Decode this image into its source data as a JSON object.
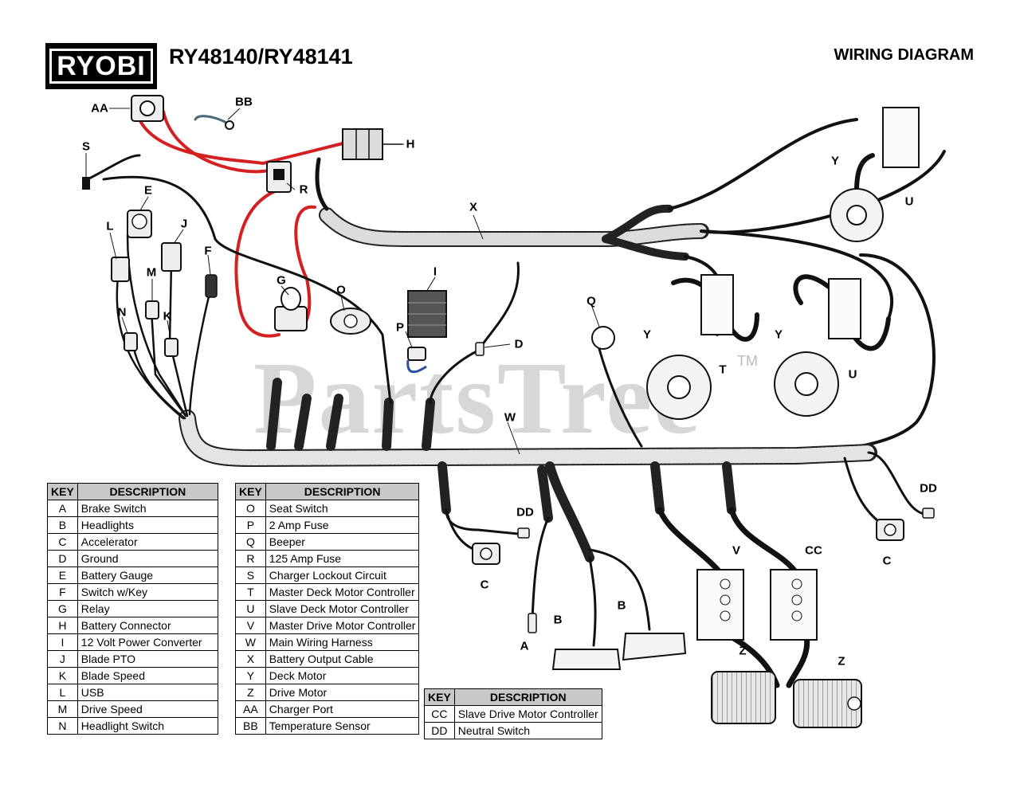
{
  "header": {
    "brand": "RYOBI",
    "model": "RY48140/RY48141",
    "title": "WIRING DIAGRAM"
  },
  "watermark": {
    "text": "PartsTree",
    "tm": "TM"
  },
  "callouts": {
    "aa": "AA",
    "bb": "BB",
    "s": "S",
    "h": "H",
    "r": "R",
    "e": "E",
    "l": "L",
    "j": "J",
    "f": "F",
    "m": "M",
    "n": "N",
    "k": "K",
    "g": "G",
    "o": "O",
    "i": "I",
    "p": "P",
    "d": "D",
    "x": "X",
    "q": "Q",
    "w": "W",
    "y1": "Y",
    "y2": "Y",
    "y3": "Y",
    "u1": "U",
    "u2": "U",
    "t": "T",
    "dd1": "DD",
    "dd2": "DD",
    "c1": "C",
    "c2": "C",
    "a": "A",
    "b1": "B",
    "b2": "B",
    "v": "V",
    "cc": "CC",
    "z1": "Z",
    "z2": "Z"
  },
  "tables": [
    {
      "headers": {
        "key": "KEY",
        "description": "DESCRIPTION"
      },
      "rows": [
        {
          "key": "A",
          "description": "Brake Switch"
        },
        {
          "key": "B",
          "description": "Headlights"
        },
        {
          "key": "C",
          "description": "Accelerator"
        },
        {
          "key": "D",
          "description": "Ground"
        },
        {
          "key": "E",
          "description": "Battery Gauge"
        },
        {
          "key": "F",
          "description": "Switch w/Key"
        },
        {
          "key": "G",
          "description": "Relay"
        },
        {
          "key": "H",
          "description": "Battery Connector"
        },
        {
          "key": "I",
          "description": "12 Volt Power Converter"
        },
        {
          "key": "J",
          "description": "Blade PTO"
        },
        {
          "key": "K",
          "description": "Blade Speed"
        },
        {
          "key": "L",
          "description": "USB"
        },
        {
          "key": "M",
          "description": "Drive Speed"
        },
        {
          "key": "N",
          "description": "Headlight Switch"
        }
      ]
    },
    {
      "headers": {
        "key": "KEY",
        "description": "DESCRIPTION"
      },
      "rows": [
        {
          "key": "O",
          "description": "Seat Switch"
        },
        {
          "key": "P",
          "description": "2 Amp Fuse"
        },
        {
          "key": "Q",
          "description": "Beeper"
        },
        {
          "key": "R",
          "description": "125 Amp Fuse"
        },
        {
          "key": "S",
          "description": "Charger Lockout Circuit"
        },
        {
          "key": "T",
          "description": "Master Deck Motor Controller"
        },
        {
          "key": "U",
          "description": "Slave Deck Motor Controller"
        },
        {
          "key": "V",
          "description": "Master Drive Motor Controller"
        },
        {
          "key": "W",
          "description": "Main Wiring Harness"
        },
        {
          "key": "X",
          "description": "Battery Output Cable"
        },
        {
          "key": "Y",
          "description": "Deck Motor"
        },
        {
          "key": "Z",
          "description": "Drive Motor"
        },
        {
          "key": "AA",
          "description": "Charger Port"
        },
        {
          "key": "BB",
          "description": "Temperature Sensor"
        }
      ]
    },
    {
      "headers": {
        "key": "KEY",
        "description": "DESCRIPTION"
      },
      "rows": [
        {
          "key": "CC",
          "description": "Slave Drive Motor Controller"
        },
        {
          "key": "DD",
          "description": "Neutral Switch"
        }
      ]
    }
  ],
  "colors": {
    "wire_black": "#111111",
    "wire_red": "#d42020",
    "harness_grey": "#cfcfcf",
    "header_grey": "#c8c8c8",
    "watermark_grey": "#d7d7d7"
  }
}
